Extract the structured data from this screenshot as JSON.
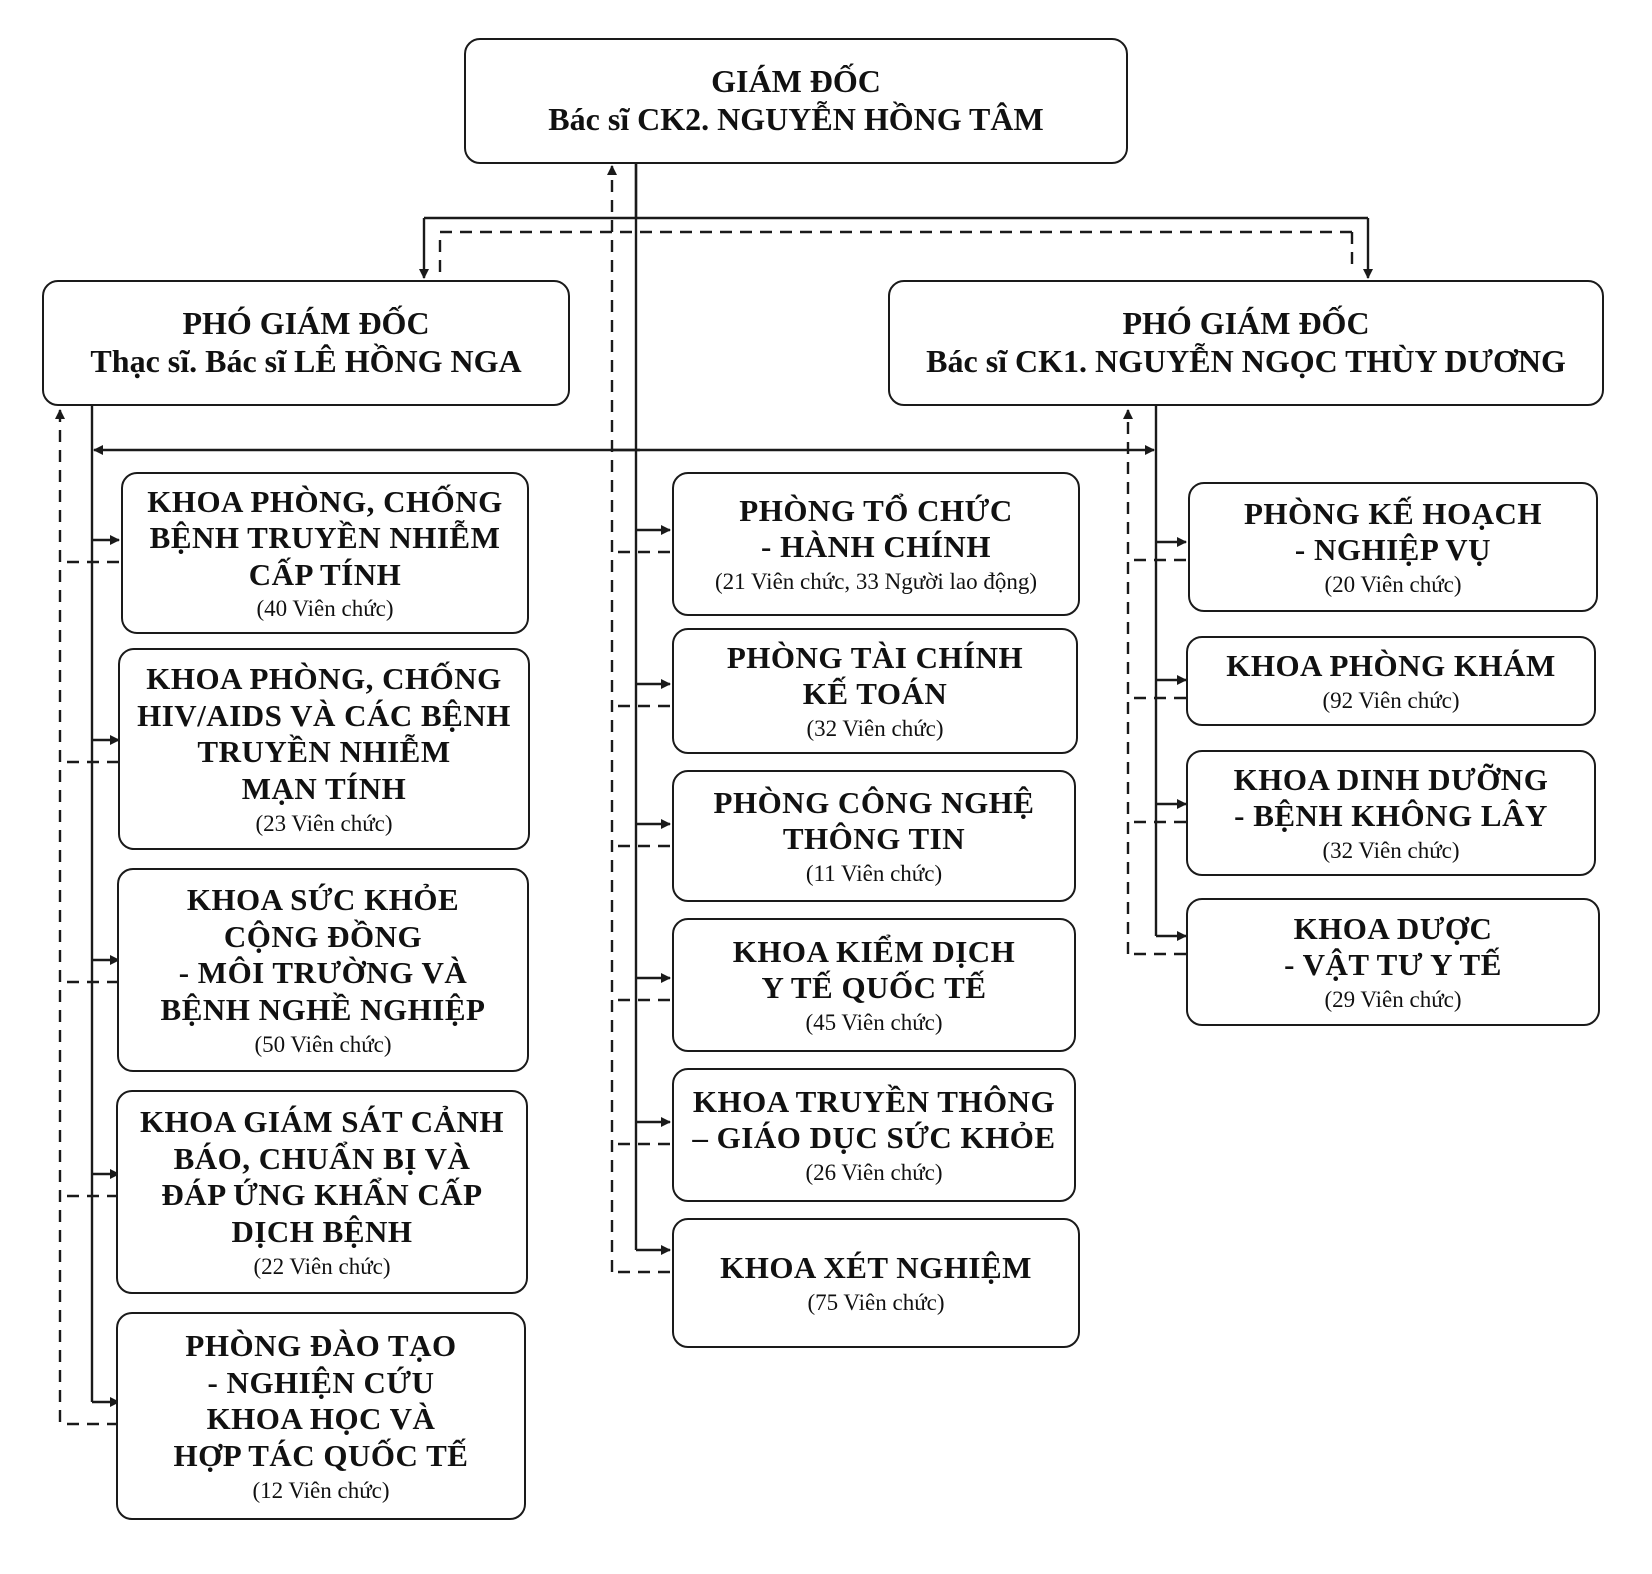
{
  "director": {
    "title": "GIÁM ĐỐC",
    "name": "Bác sĩ CK2. NGUYỄN HỒNG TÂM"
  },
  "deputy_left": {
    "title": "PHÓ GIÁM ĐỐC",
    "name": "Thạc sĩ. Bác sĩ LÊ HỒNG NGA"
  },
  "deputy_right": {
    "title": "PHÓ GIÁM ĐỐC",
    "name": "Bác sĩ CK1. NGUYỄN NGỌC THÙY DƯƠNG"
  },
  "left_units": [
    {
      "name": "KHOA PHÒNG, CHỐNG\nBỆNH TRUYỀN NHIỄM\nCẤP TÍNH",
      "staff": "(40 Viên chức)"
    },
    {
      "name": "KHOA PHÒNG, CHỐNG\nHIV/AIDS VÀ CÁC BỆNH\nTRUYỀN NHIỄM\nMẠN TÍNH",
      "staff": "(23 Viên chức)"
    },
    {
      "name": "KHOA SỨC KHỎE\nCỘNG ĐỒNG\n- MÔI TRƯỜNG VÀ\nBỆNH NGHỀ NGHIỆP",
      "staff": "(50 Viên chức)"
    },
    {
      "name": "KHOA GIÁM SÁT CẢNH\nBÁO, CHUẨN BỊ VÀ\nĐÁP ỨNG KHẨN CẤP\nDỊCH BỆNH",
      "staff": "(22 Viên chức)"
    },
    {
      "name": "PHÒNG ĐÀO TẠO\n- NGHIỆN CỨU\nKHOA HỌC VÀ\nHỢP TÁC QUỐC TẾ",
      "staff": "(12 Viên chức)"
    }
  ],
  "center_units": [
    {
      "name": "PHÒNG TỔ CHỨC\n- HÀNH CHÍNH",
      "staff": "(21 Viên chức, 33 Người lao động)"
    },
    {
      "name": "PHÒNG TÀI CHÍNH\nKẾ TOÁN",
      "staff": "(32 Viên chức)"
    },
    {
      "name": "PHÒNG CÔNG NGHỆ\nTHÔNG TIN",
      "staff": "(11 Viên chức)"
    },
    {
      "name": "KHOA KIỂM DỊCH\nY TẾ QUỐC TẾ",
      "staff": "(45 Viên chức)"
    },
    {
      "name": "KHOA TRUYỀN THÔNG\n– GIÁO DỤC SỨC KHỎE",
      "staff": "(26 Viên chức)"
    },
    {
      "name": "KHOA XÉT NGHIỆM",
      "staff": "(75 Viên chức)"
    }
  ],
  "right_units": [
    {
      "name": "PHÒNG KẾ HOẠCH\n- NGHIỆP VỤ",
      "staff": "(20 Viên chức)"
    },
    {
      "name": "KHOA PHÒNG KHÁM",
      "staff": "(92 Viên chức)"
    },
    {
      "name": "KHOA DINH DƯỠNG\n- BỆNH KHÔNG LÂY",
      "staff": "(32 Viên chức)"
    },
    {
      "name": "KHOA DƯỢC\n- VẬT TƯ Y TẾ",
      "staff": "(29 Viên chức)"
    }
  ]
}
